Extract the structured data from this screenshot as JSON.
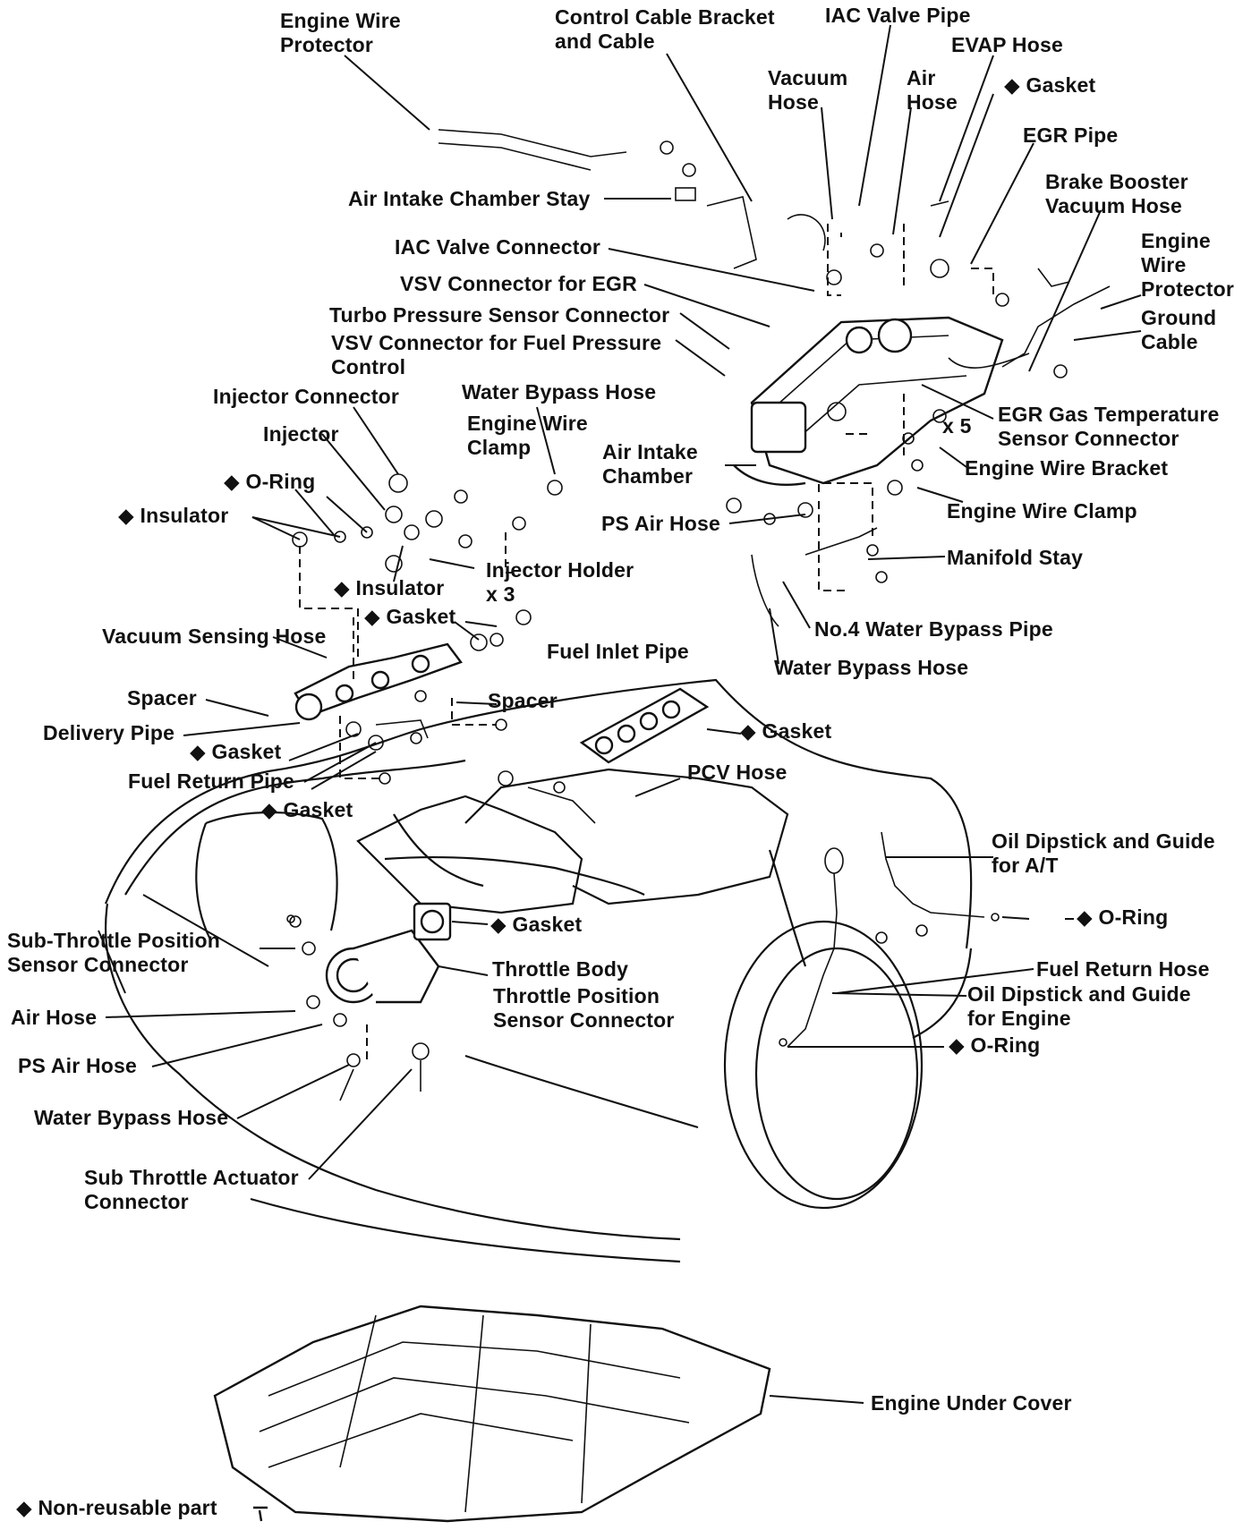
{
  "labels": {
    "engine_wire_protector_top": "Engine Wire\nProtector",
    "control_cable_bracket": "Control Cable Bracket\nand Cable",
    "iac_valve_pipe": "IAC Valve Pipe",
    "evap_hose": "EVAP Hose",
    "vacuum_hose": "Vacuum\nHose",
    "air_hose_top": "Air\nHose",
    "gasket_top": "◆ Gasket",
    "egr_pipe": "EGR Pipe",
    "brake_booster_vacuum_hose": "Brake Booster\nVacuum Hose",
    "engine_wire_protector_right": "Engine\nWire\nProtector",
    "ground_cable": "Ground\nCable",
    "air_intake_chamber_stay": "Air Intake Chamber Stay",
    "iac_valve_connector": "IAC Valve Connector",
    "vsv_connector_egr": "VSV Connector for EGR",
    "turbo_pressure_sensor_connector": "Turbo Pressure Sensor Connector",
    "vsv_connector_fuel_pressure": "VSV Connector for Fuel Pressure\nControl",
    "egr_gas_temp_sensor_connector": "EGR Gas Temperature\nSensor Connector",
    "x5": "x 5",
    "injector_connector": "Injector Connector",
    "water_bypass_hose_top": "Water Bypass Hose",
    "engine_wire_clamp_left": "Engine Wire\nClamp",
    "injector": "Injector",
    "air_intake_chamber": "Air Intake\nChamber",
    "engine_wire_bracket": "Engine Wire Bracket",
    "o_ring_left": "◆ O-Ring",
    "insulator_1": "◆ Insulator",
    "engine_wire_clamp_right": "Engine Wire Clamp",
    "ps_air_hose_top": "PS Air Hose",
    "injector_holder": "Injector Holder\nx 3",
    "manifold_stay": "Manifold Stay",
    "insulator_2": "◆ Insulator",
    "gasket_fuel": "◆ Gasket",
    "no4_water_bypass_pipe": "No.4 Water Bypass Pipe",
    "vacuum_sensing_hose": "Vacuum Sensing Hose",
    "fuel_inlet_pipe": "Fuel Inlet Pipe",
    "water_bypass_hose_mid": "Water Bypass Hose",
    "spacer_left": "Spacer",
    "spacer_right": "Spacer",
    "delivery_pipe": "Delivery Pipe",
    "gasket_manifold": "◆ Gasket",
    "gasket_delivery": "◆ Gasket",
    "fuel_return_pipe": "Fuel Return Pipe",
    "pcv_hose": "PCV Hose",
    "gasket_return": "◆ Gasket",
    "oil_dipstick_at": "Oil Dipstick and Guide\nfor A/T",
    "o_ring_at": "◆ O-Ring",
    "gasket_throttle": "◆ Gasket",
    "sub_throttle_position_sensor_connector": "Sub-Throttle Position\nSensor Connector",
    "throttle_body": "Throttle Body",
    "fuel_return_hose": "Fuel Return Hose",
    "throttle_position_sensor_connector": "Throttle Position\nSensor Connector",
    "oil_dipstick_engine": "Oil Dipstick and Guide\nfor Engine",
    "air_hose_bottom": "Air Hose",
    "o_ring_engine": "◆ O-Ring",
    "ps_air_hose_bottom": "PS Air Hose",
    "water_bypass_hose_bottom": "Water Bypass Hose",
    "sub_throttle_actuator_connector": "Sub Throttle Actuator\nConnector",
    "engine_under_cover": "Engine Under Cover",
    "legend_non_reusable": "◆ Non-reusable part"
  }
}
